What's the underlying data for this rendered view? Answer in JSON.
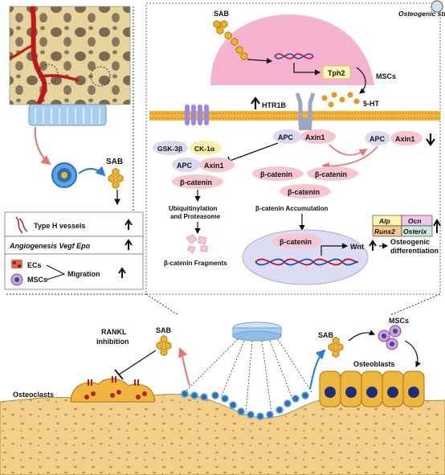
{
  "top_right_panel": {
    "sab": "SAB",
    "osteogenic_stimulation": "Osteogenic stimulation",
    "tph2": "Tph2",
    "mscs": "MSCs",
    "serotonin": "5-HT",
    "htr1b": "HTR1B",
    "apc": "APC",
    "axin1": "Axin1",
    "gsk3b": "GSK-3β",
    "ck1a": "CK-1α",
    "beta_catenin": "β-catenin",
    "ubiquitin_line1": "Ubiquitinylation",
    "ubiquitin_line2": "and Proteasome",
    "fragments": "β-catenin Fragments",
    "accumulation": "β-catenin Accumulation",
    "wnt": "Wnt",
    "osteogenic_line1": "Osteogenic",
    "osteogenic_line2": "differentiation",
    "genes": [
      "Alp",
      "Ocn",
      "Runx2",
      "Osterix"
    ]
  },
  "left_panel": {
    "sab": "SAB",
    "type_h_vessels": "Type H vessels",
    "angiogenesis": "Angiogenesis Vegf Epo",
    "ecs": "ECs",
    "mscs": "MSCs",
    "migration": "Migration"
  },
  "bottom_panel": {
    "sab_left": "SAB",
    "rankl_line1": "RANKL",
    "rankl_line2": "inhibition",
    "osteoclasts": "Osteoclasts",
    "sab_right": "SAB",
    "mscs": "MSCs",
    "osteoblasts": "Osteoblasts"
  },
  "colors": {
    "membrane": "#f2b63e",
    "bone": "#f0d08a",
    "nucleus": "#f5b3cf",
    "vessel": "#c0151b",
    "hexagon": "#f6b21a",
    "protein_pink": "#f7c7cf",
    "arrow_blue": "#1f7ed6",
    "arrow_red": "#e8736b"
  }
}
